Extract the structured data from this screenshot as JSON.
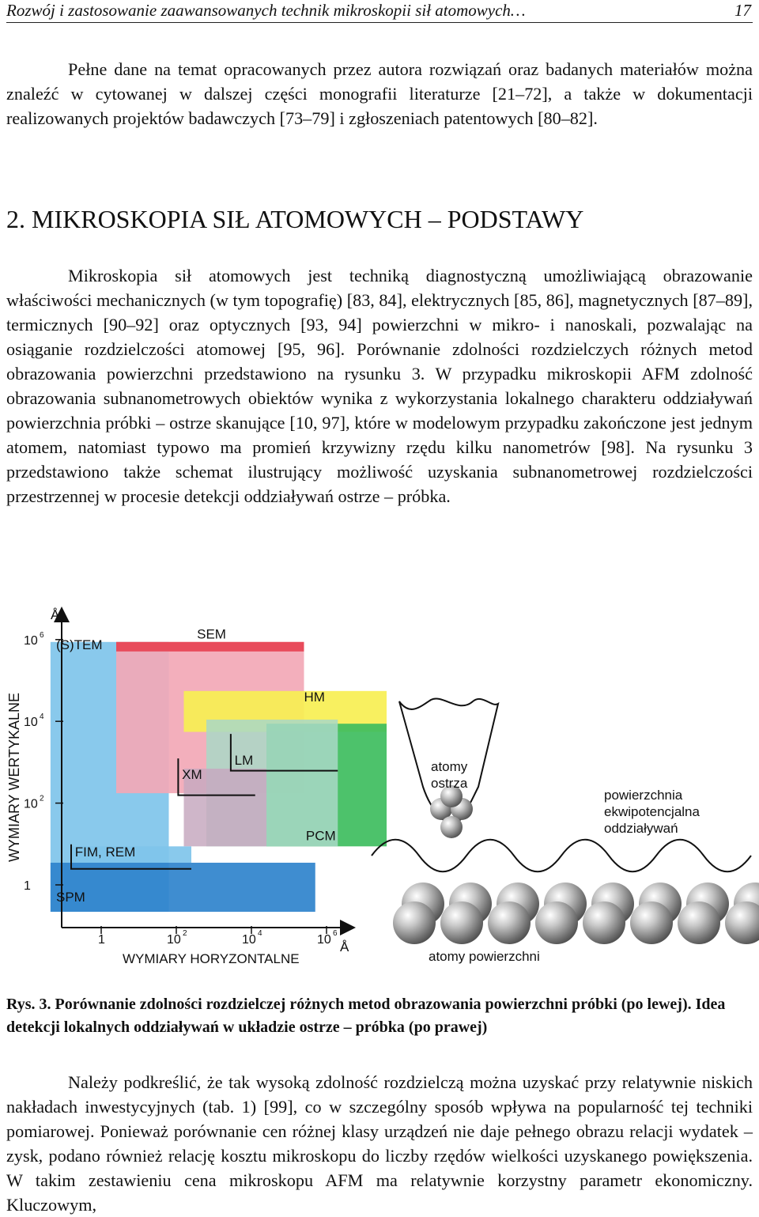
{
  "header": {
    "running_title": "Rozwój i zastosowanie zaawansowanych technik mikroskopii sił atomowych…",
    "page_number": "17"
  },
  "paragraph_intro": "Pełne dane na temat opracowanych przez autora rozwiązań oraz badanych materiałów można znaleźć w cytowanej w dalszej części monografii literaturze [21–72], a także w dokumentacji realizowanych projektów badawczych [73–79] i zgłoszeniach patentowych [80–82].",
  "section_title": "2. MIKROSKOPIA SIŁ ATOMOWYCH – PODSTAWY",
  "paragraph_main": "Mikroskopia sił atomowych jest techniką diagnostyczną umożliwiającą obrazowanie właściwości mechanicznych (w tym topografię) [83, 84], elektrycznych [85, 86], magnetycznych [87–89], termicznych [90–92] oraz optycznych [93, 94] powierzchni w mikro- i nanoskali, pozwalając na osiąganie rozdzielczości atomowej [95, 96]. Porównanie zdolności rozdzielczych różnych metod obrazowania powierzchni przedstawiono na rysunku 3. W przypadku mikroskopii AFM zdolność obrazowania subnanometrowych obiektów wynika z wykorzystania lokalnego charakteru oddziaływań powierzchnia próbki – ostrze skanujące [10, 97], które w modelowym przypadku zakończone jest jednym atomem, natomiast typowo ma promień krzywizny rzędu kilku nanometrów [98]. Na rysunku 3 przedstawiono także schemat ilustrujący możliwość uzyskania subnanometrowej rozdzielczości przestrzennej w procesie detekcji oddziaływań ostrze – próbka.",
  "figure": {
    "chart": {
      "y_unit": "Å",
      "x_unit": "Å",
      "y_axis_label": "WYMIARY WERTYKALNE",
      "x_axis_label": "WYMIARY HORYZONTALNE",
      "y_ticks": [
        {
          "base": "10",
          "exp": "6",
          "value": 6
        },
        {
          "base": "10",
          "exp": "4",
          "value": 4
        },
        {
          "base": "10",
          "exp": "2",
          "value": 2
        },
        {
          "base": "1",
          "exp": "",
          "value": 0
        }
      ],
      "x_ticks": [
        {
          "base": "1",
          "exp": "",
          "value": 0
        },
        {
          "base": "10",
          "exp": "2",
          "value": 2
        },
        {
          "base": "10",
          "exp": "4",
          "value": 4
        },
        {
          "base": "10",
          "exp": "6",
          "value": 6
        }
      ],
      "regions": [
        {
          "label": "(S)TEM",
          "color": "#7fc4ea",
          "x_log": [
            -1.35,
            1.8
          ],
          "y_log": [
            -0.6,
            6.0
          ]
        },
        {
          "label": "SEM",
          "color": "#f2a8b6",
          "x_log": [
            0.4,
            5.4
          ],
          "y_log": [
            2.3,
            6.0
          ],
          "cap_color": "#e84b5b"
        },
        {
          "label": "HM",
          "color": "#f7ef52",
          "x_log": [
            2.2,
            7.6
          ],
          "y_log": [
            3.8,
            4.8
          ]
        },
        {
          "label": "PCM",
          "color": "#3ebd5e",
          "x_log": [
            4.4,
            7.6
          ],
          "y_log": [
            1.0,
            4.0
          ]
        },
        {
          "label": "LM",
          "color": "#a9d8c7",
          "x_log": [
            2.8,
            6.3
          ],
          "y_log": [
            1.0,
            4.1
          ]
        },
        {
          "label": "XM",
          "color": "#c7a9bf",
          "x_log": [
            2.2,
            4.4
          ],
          "y_log": [
            1.0,
            2.9
          ]
        },
        {
          "label": "FIM, REM",
          "color": "#7fc4ea",
          "x_log": [
            -0.8,
            2.4
          ],
          "y_log": [
            0.6,
            1.0
          ]
        },
        {
          "label": "SPM",
          "color": "#2f83cc",
          "x_log": [
            -1.35,
            5.7
          ],
          "y_log": [
            -0.6,
            0.6
          ]
        }
      ]
    },
    "schematic": {
      "tip_atoms_label_line1": "atomy",
      "tip_atoms_label_line2": "ostrza",
      "equipotential_label_line1": "powierzchnia",
      "equipotential_label_line2": "ekwipotencjalna",
      "equipotential_label_line3": "oddziaływań",
      "surface_atoms_label": "atomy powierzchni"
    },
    "caption_prefix": "Rys. 3.",
    "caption_text": "Porównanie zdolności rozdzielczej różnych metod obrazowania powierzchni próbki (po lewej). Idea detekcji lokalnych oddziaływań w układzie ostrze – próbka (po prawej)"
  },
  "paragraph_after": "Należy podkreślić, że tak wysoką zdolność rozdzielczą można uzyskać przy relatywnie niskich nakładach inwestycyjnych (tab. 1) [99], co w szczególny sposób wpływa na popularność tej techniki pomiarowej. Ponieważ porównanie cen różnej klasy urządzeń nie daje pełnego obrazu relacji wydatek – zysk, podano również relację kosztu mikroskopu do liczby rzędów wielkości uzyskanego powiększenia. W takim zestawieniu cena mikroskopu AFM ma relatywnie korzystny parametr ekonomiczny. Kluczowym,"
}
